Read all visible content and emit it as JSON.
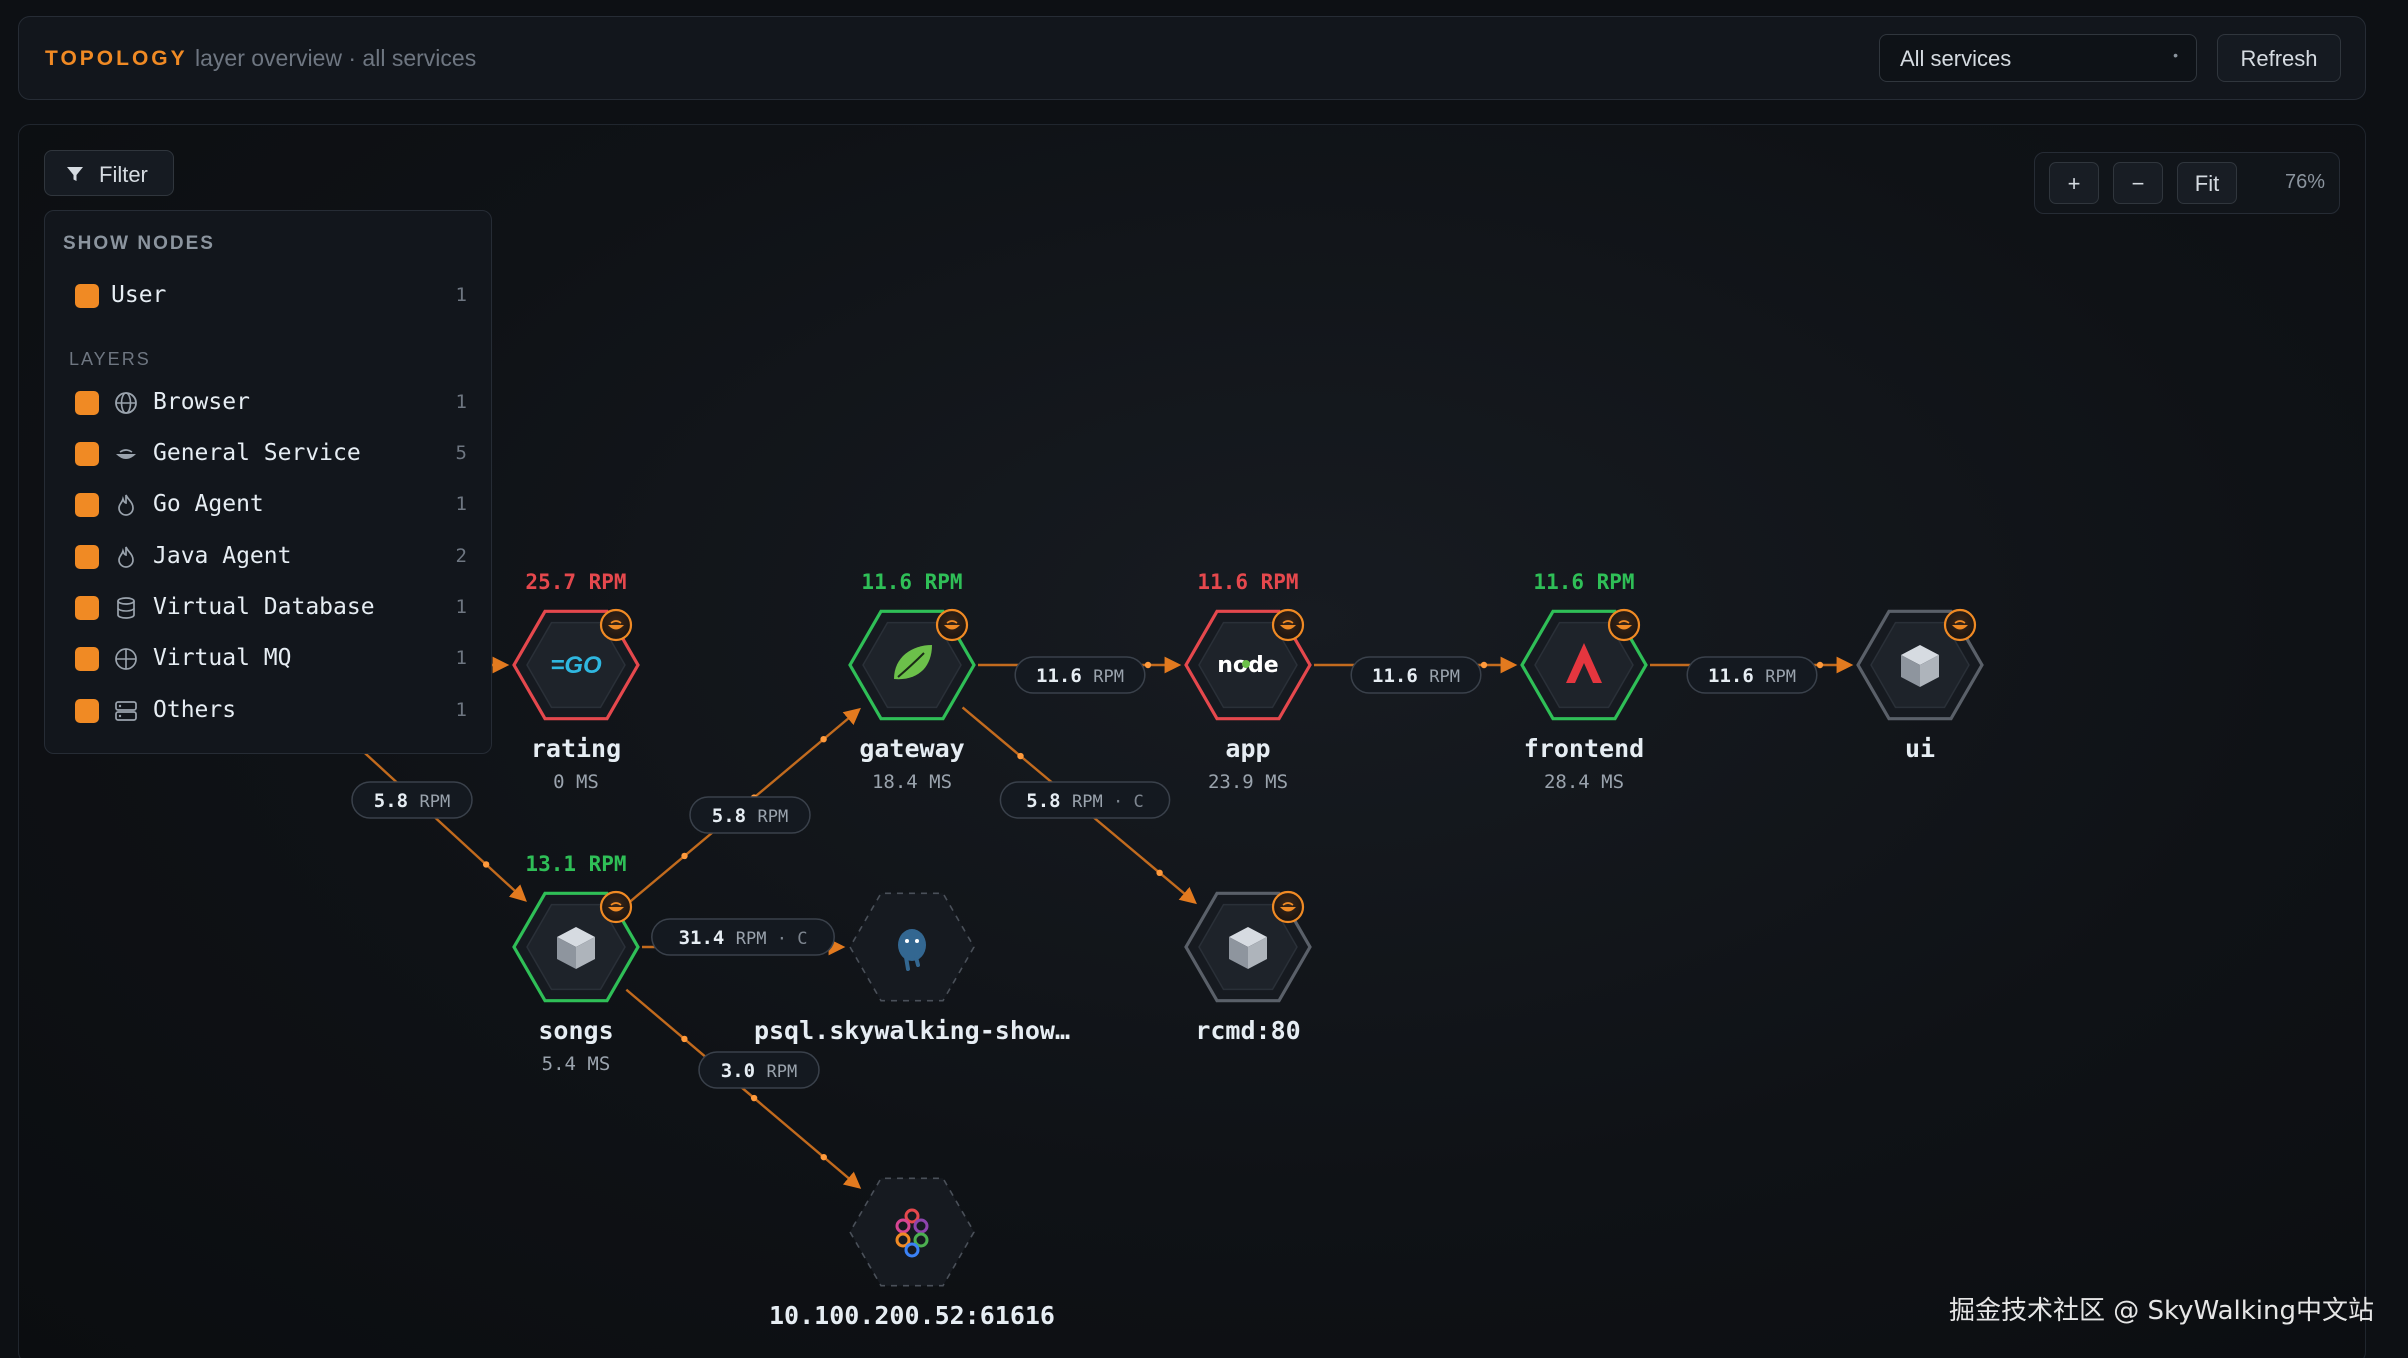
{
  "header": {
    "brand": "TOPOLOGY",
    "subtitle": "layer overview · all services",
    "service_select": {
      "value": "All services"
    },
    "refresh_label": "Refresh"
  },
  "filter": {
    "button_label": "Filter",
    "show_nodes_heading": "SHOW NODES",
    "nodes": [
      {
        "label": "User",
        "count": "1"
      }
    ],
    "layers_heading": "LAYERS",
    "layers": [
      {
        "label": "Browser",
        "count": "1",
        "icon": "globe-icon"
      },
      {
        "label": "General Service",
        "count": "5",
        "icon": "bowl-icon"
      },
      {
        "label": "Go Agent",
        "count": "1",
        "icon": "flame-icon"
      },
      {
        "label": "Java Agent",
        "count": "2",
        "icon": "flame-icon"
      },
      {
        "label": "Virtual Database",
        "count": "1",
        "icon": "database-icon"
      },
      {
        "label": "Virtual MQ",
        "count": "1",
        "icon": "crosshair-icon"
      },
      {
        "label": "Others",
        "count": "1",
        "icon": "server-icon"
      }
    ]
  },
  "zoom": {
    "plus": "+",
    "minus": "−",
    "fit": "Fit",
    "level": "76%"
  },
  "colors": {
    "accent": "#f08a24",
    "healthy": "#2fbf57",
    "unhealthy": "#e5484d",
    "neutral": "#5a6069",
    "edge": "#e27a1f"
  },
  "graph": {
    "nodes": [
      {
        "id": "rating",
        "name": "rating",
        "rpm": "25.7 RPM",
        "latency": "0 MS",
        "status": "unhealthy",
        "icon": "go-icon",
        "badge": true,
        "dashed": false
      },
      {
        "id": "gateway",
        "name": "gateway",
        "rpm": "11.6 RPM",
        "latency": "18.4 MS",
        "status": "healthy",
        "icon": "spring-leaf-icon",
        "badge": true,
        "dashed": false
      },
      {
        "id": "app",
        "name": "app",
        "rpm": "11.6 RPM",
        "latency": "23.9 MS",
        "status": "unhealthy",
        "icon": "nodejs-icon",
        "badge": true,
        "dashed": false
      },
      {
        "id": "frontend",
        "name": "frontend",
        "rpm": "11.6 RPM",
        "latency": "28.4 MS",
        "status": "healthy",
        "icon": "angular-icon",
        "badge": true,
        "dashed": false
      },
      {
        "id": "ui",
        "name": "ui",
        "rpm": "",
        "latency": "",
        "status": "neutral",
        "icon": "cube-icon",
        "badge": true,
        "dashed": false
      },
      {
        "id": "songs",
        "name": "songs",
        "rpm": "13.1 RPM",
        "latency": "5.4 MS",
        "status": "healthy",
        "icon": "cube-icon",
        "badge": true,
        "dashed": false
      },
      {
        "id": "psql",
        "name": "psql.skywalking-show…",
        "rpm": "",
        "latency": "",
        "status": "virtual",
        "icon": "postgres-icon",
        "badge": false,
        "dashed": true
      },
      {
        "id": "rcmd",
        "name": "rcmd:80",
        "rpm": "",
        "latency": "",
        "status": "neutral",
        "icon": "cube-icon",
        "badge": true,
        "dashed": false
      },
      {
        "id": "kafka",
        "name": "10.100.200.52:61616",
        "rpm": "",
        "latency": "",
        "status": "virtual",
        "icon": "mq-icon",
        "badge": false,
        "dashed": true
      }
    ],
    "edges": [
      {
        "from": "user",
        "to": "rating",
        "label": "",
        "suffix": ""
      },
      {
        "from": "user",
        "to": "songs",
        "label": "5.8 RPM",
        "suffix": ""
      },
      {
        "from": "songs",
        "to": "gateway",
        "label": "5.8 RPM",
        "suffix": ""
      },
      {
        "from": "gateway",
        "to": "app",
        "label": "11.6 RPM",
        "suffix": ""
      },
      {
        "from": "app",
        "to": "frontend",
        "label": "11.6 RPM",
        "suffix": ""
      },
      {
        "from": "frontend",
        "to": "ui",
        "label": "11.6 RPM",
        "suffix": ""
      },
      {
        "from": "gateway",
        "to": "rcmd",
        "label": "5.8 RPM",
        "suffix": "· C"
      },
      {
        "from": "songs",
        "to": "psql",
        "label": "31.4 RPM",
        "suffix": "· C"
      },
      {
        "from": "songs",
        "to": "kafka",
        "label": "3.0 RPM",
        "suffix": ""
      }
    ]
  },
  "watermark": "掘金技术社区 @ SkyWalking中文站"
}
